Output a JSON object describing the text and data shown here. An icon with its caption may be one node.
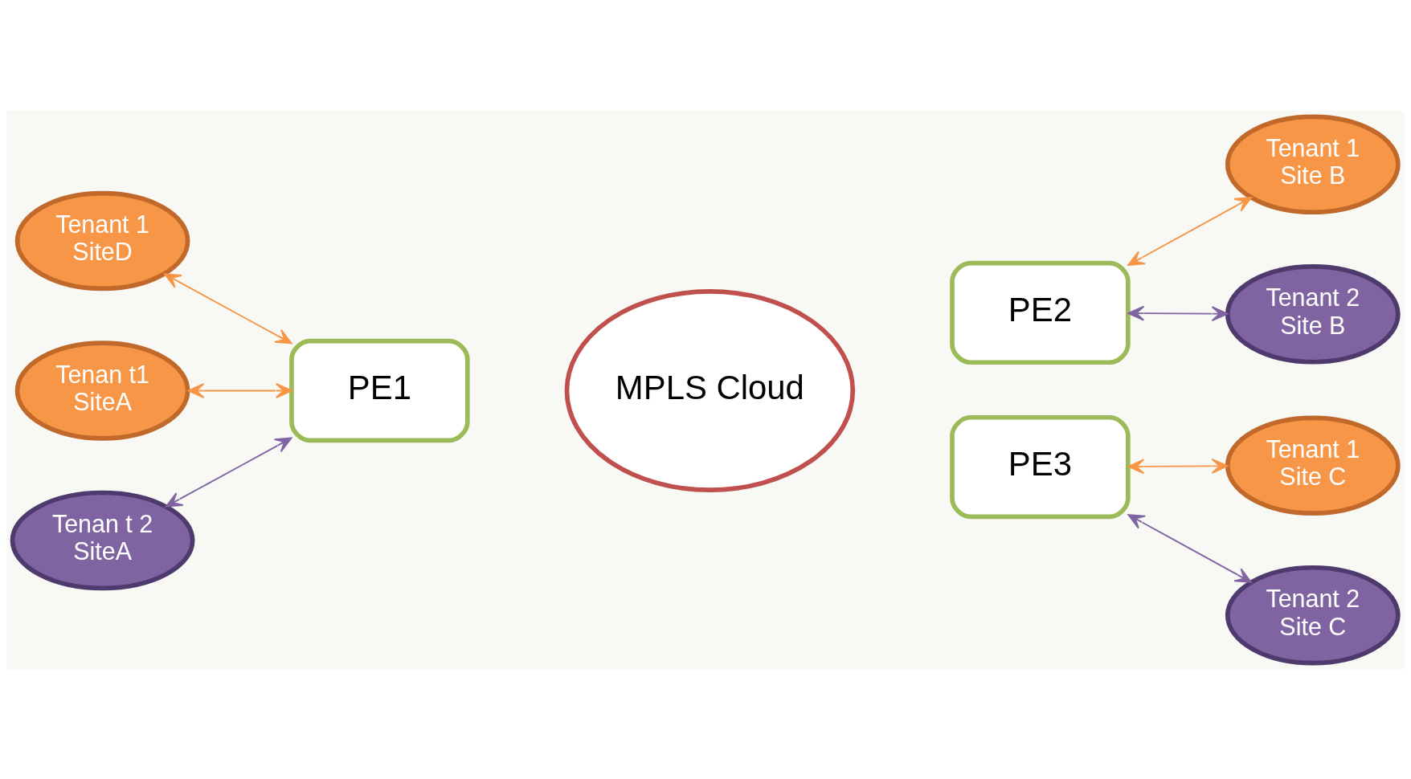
{
  "diagram": {
    "nodes": [
      {
        "text": [
          "Tenant 1 SiteD"
        ]
      },
      {
        "text": [
          "Tenan t1 SiteA"
        ]
      },
      {
        "text": [
          "PE1"
        ]
      },
      {
        "text": [
          "Tenan t 2 SiteA"
        ]
      },
      {
        "text": [
          "MPLS Cloud"
        ]
      },
      {
        "text": [
          "PE2"
        ]
      },
      {
        "text": [
          "Tenant 1 Site B"
        ]
      },
      {
        "text": [
          "Tenant 2 Site B"
        ]
      },
      {
        "text": [
          "PE3"
        ]
      },
      {
        "text": [
          "Tenant 1 Site C"
        ]
      },
      {
        "text": [
          "Tenant 2 Site C"
        ]
      }
    ],
    "edges": [
      {
        "from": 0,
        "to": 2,
        "arrow": "both",
        "color": "#f79646"
      },
      {
        "from": 1,
        "to": 2,
        "arrow": "both",
        "color": "#f79646"
      },
      {
        "from": 3,
        "to": 2,
        "arrow": "both",
        "color": "#8064a2"
      },
      {
        "from": 5,
        "to": 6,
        "arrow": "both",
        "color": "#f79646"
      },
      {
        "from": 5,
        "to": 7,
        "arrow": "both",
        "color": "#8064a2"
      },
      {
        "from": 8,
        "to": 9,
        "arrow": "both",
        "color": "#f79646"
      },
      {
        "from": 8,
        "to": 10,
        "arrow": "both",
        "color": "#8064a2"
      }
    ]
  }
}
